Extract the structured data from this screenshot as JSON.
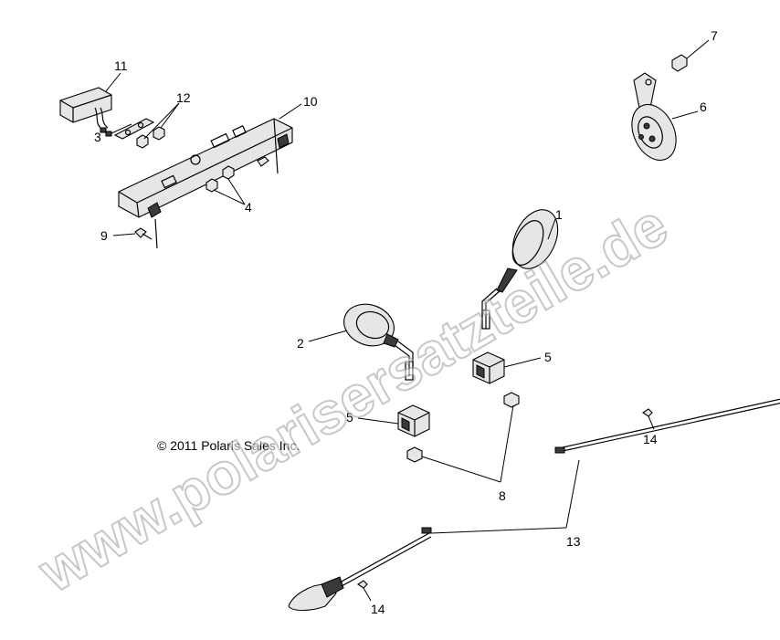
{
  "diagram": {
    "copyright": "© 2011 Polaris Sales Inc.",
    "watermark": "www.polarisersatzteile.de",
    "callouts": {
      "c1": "1",
      "c2": "2",
      "c3": "3",
      "c4": "4",
      "c5a": "5",
      "c5b": "5",
      "c6": "6",
      "c7": "7",
      "c8": "8",
      "c9": "9",
      "c10": "10",
      "c11": "11",
      "c12": "12",
      "c13": "13",
      "c14a": "14",
      "c14b": "14"
    }
  }
}
